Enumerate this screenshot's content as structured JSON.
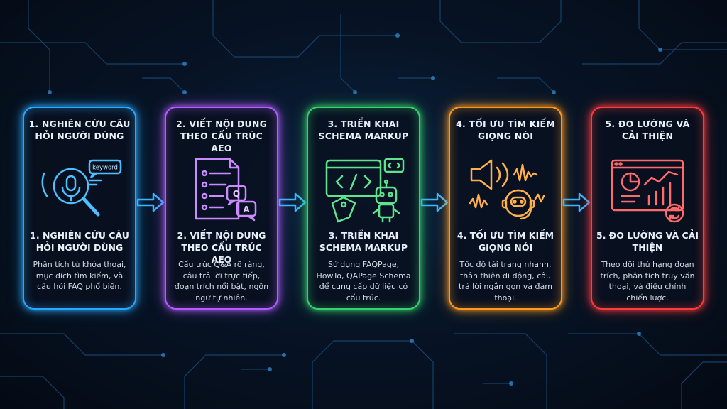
{
  "colors": {
    "step1": "#2aa8ff",
    "step2": "#b45cff",
    "step3": "#36d26a",
    "step4": "#ff9a1f",
    "step5": "#ff3b3b",
    "arrow": "#39b6ff",
    "circuit": "#1c4d7a"
  },
  "steps": [
    {
      "title": "1. NGHIÊN CỨU CÂU HỎI NGƯỜI DÙNG",
      "subtitle": "1. NGHIÊN CỨU CÂU HỎI NGƯỜI DÙNG",
      "description": "Phân tích từ khóa thoại, mục đích tìm kiếm, và câu hỏi FAQ phổ biến.",
      "icon": "magnifier-microphone-icon",
      "icon_label": "keyword"
    },
    {
      "title": "2. VIẾT NỘI DUNG THEO CẤU TRÚC AEO",
      "subtitle": "2. VIẾT NỘI DUNG THEO CẤU TRÚC AEO",
      "description": "Cấu trúc Q&A rõ ràng, câu trả lời trực tiếp, đoạn trích nổi bật, ngôn ngữ tự nhiên.",
      "icon": "document-qa-icon",
      "icon_q": "Q",
      "icon_a": "A"
    },
    {
      "title": "3. TRIỂN KHAI SCHEMA MARKUP",
      "subtitle": "3. TRIỂN KHAI SCHEMA MARKUP",
      "description": "Sử dụng FAQPage, HowTo, QAPage Schema để cung cấp dữ liệu có cấu trúc.",
      "icon": "code-robot-icon"
    },
    {
      "title": "4. TỐI ƯU TÌM KIẾM GIỌNG NÓI",
      "subtitle": "4. TỐI ƯU TÌM KIẾM GIỌNG NÓI",
      "description": "Tốc độ tải trang nhanh, thân thiện di động, câu trả lời ngắn gọn và đàm thoại.",
      "icon": "speaker-assistant-icon"
    },
    {
      "title": "5. ĐO LƯỜNG VÀ CẢI THIỆN",
      "subtitle": "5. ĐO LƯỜNG VÀ CẢI THIỆN",
      "description": "Theo dõi thứ hạng đoạn trích, phân tích truy vấn thoại, và điều chỉnh chiến lược.",
      "icon": "analytics-dashboard-icon"
    }
  ]
}
